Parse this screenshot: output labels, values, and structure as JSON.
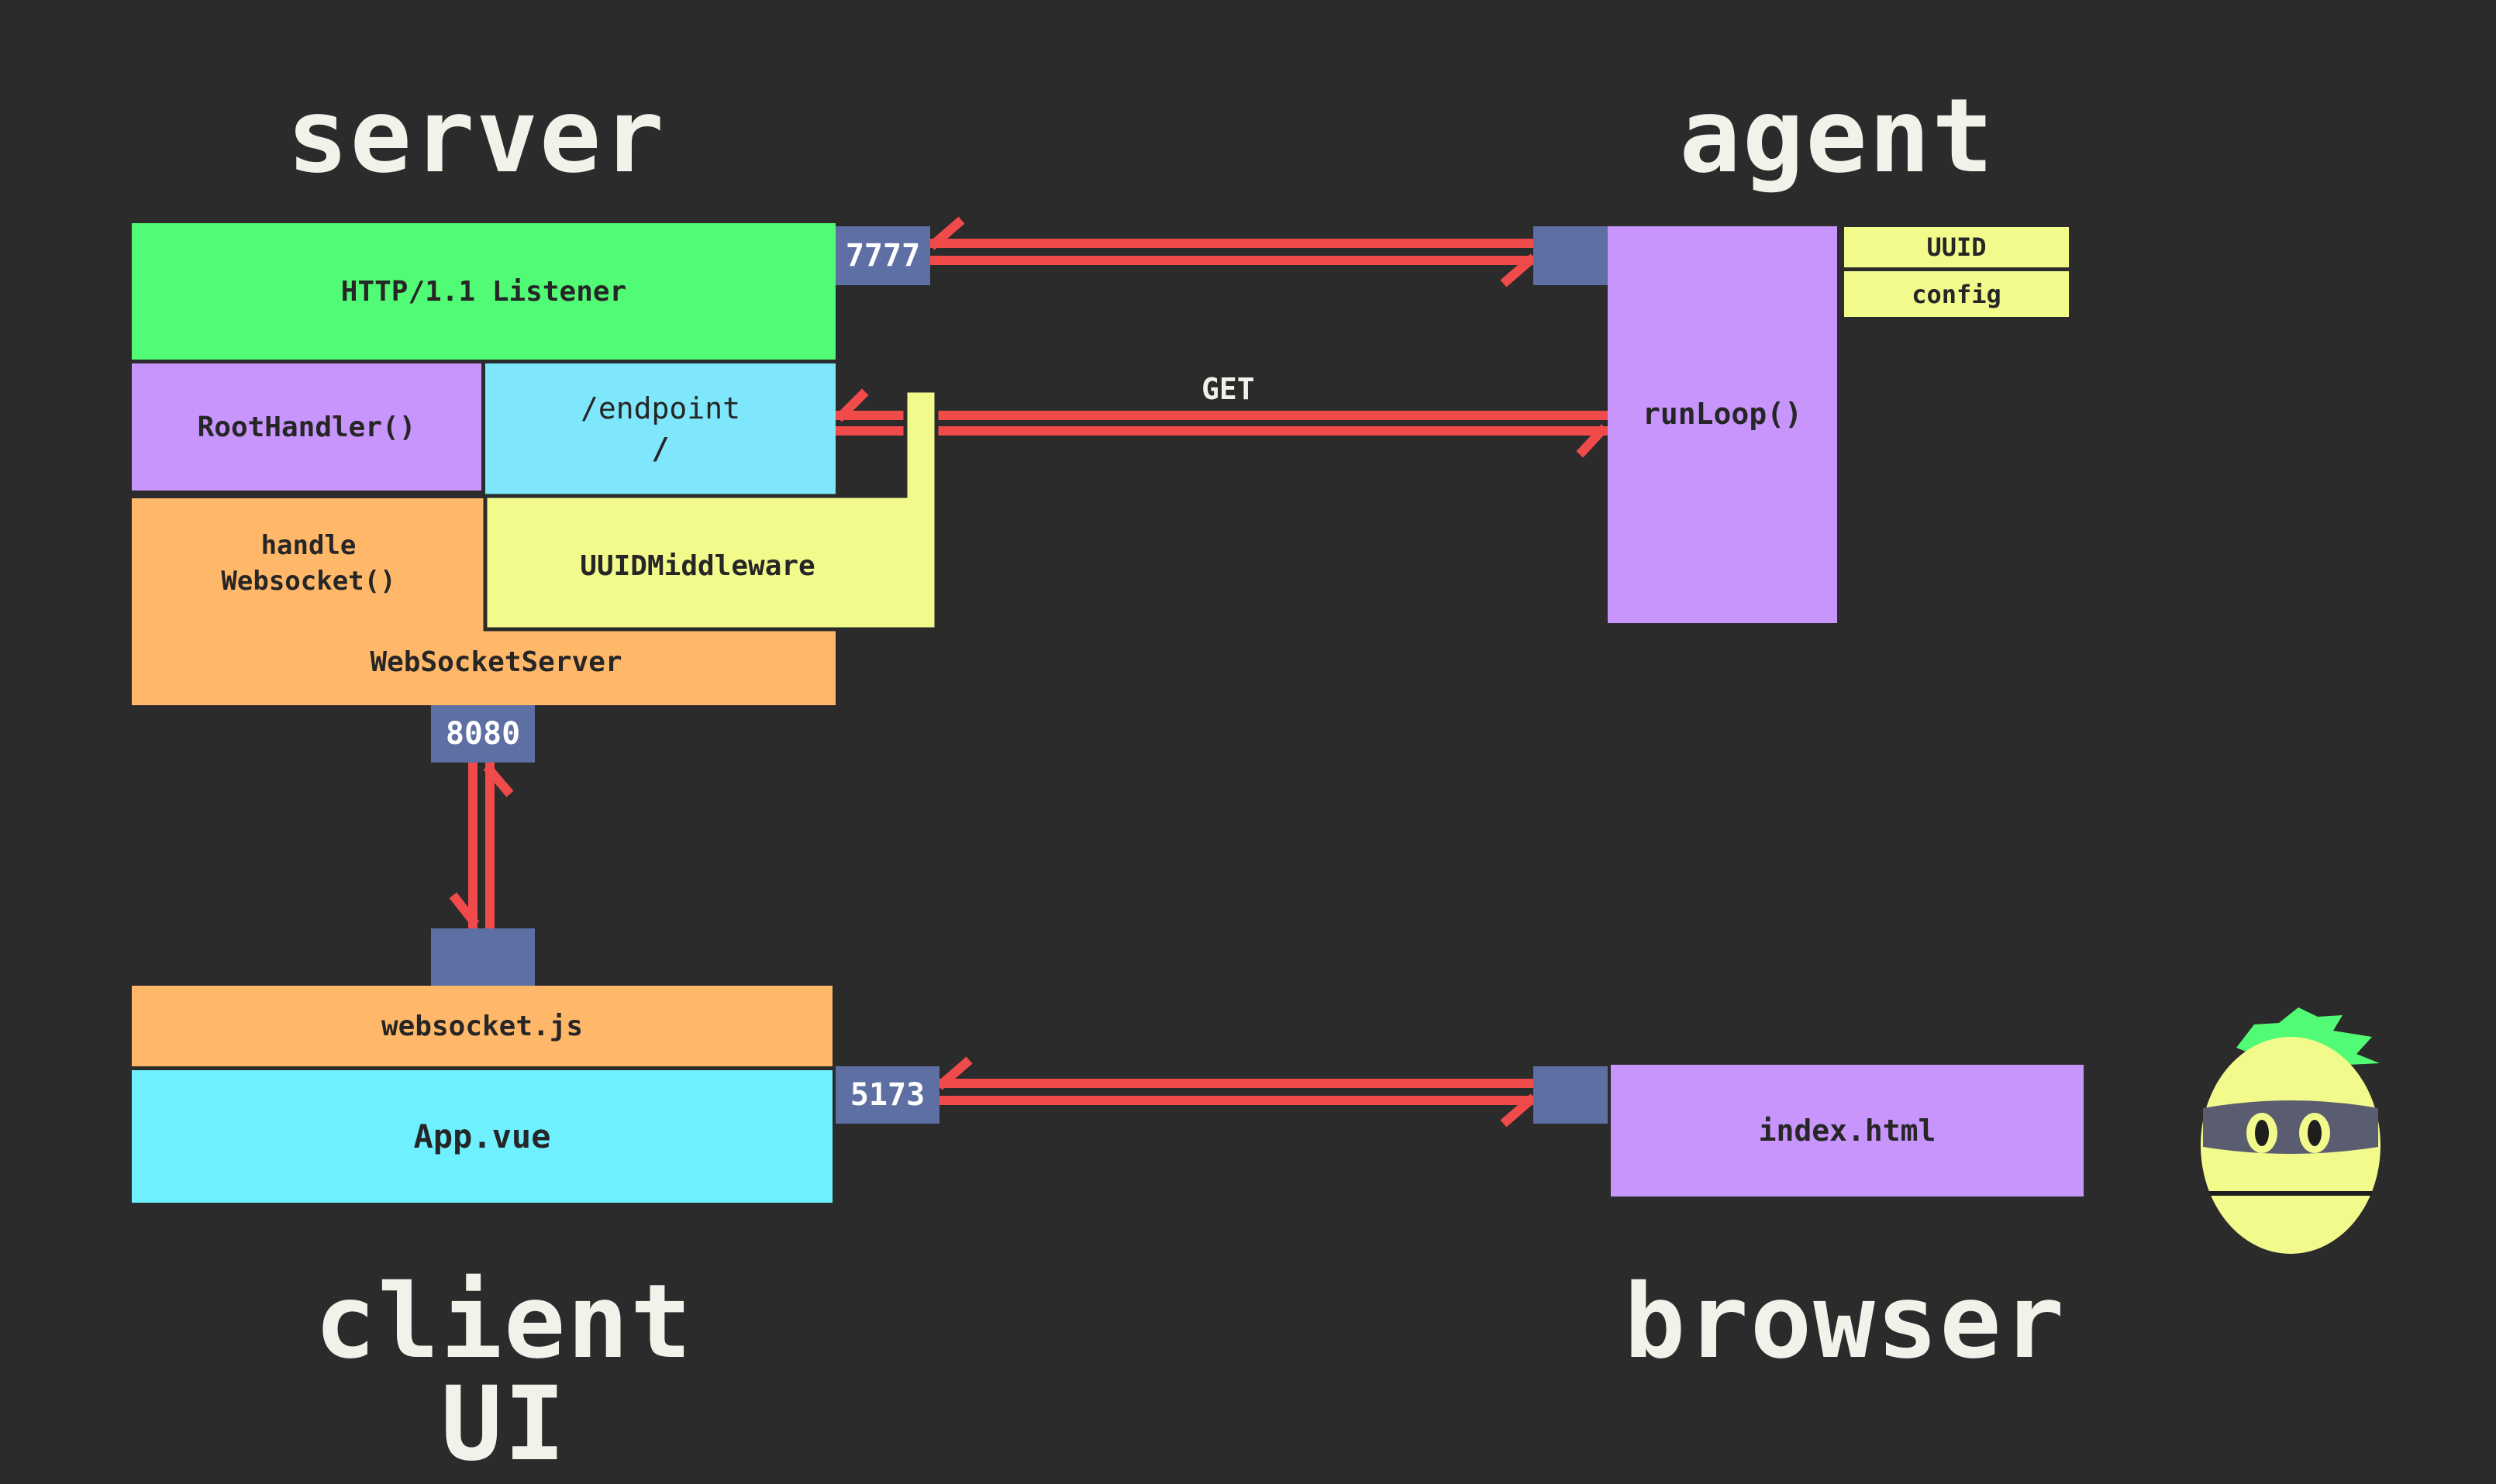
{
  "titles": {
    "server": "server",
    "agent": "agent",
    "client": "client UI",
    "browser": "browser"
  },
  "server": {
    "http_listener": "HTTP/1.1 Listener",
    "root_handler": "RootHandler()",
    "endpoint_line1": "/endpoint",
    "endpoint_line2": "/",
    "handle_ws_line1": "handle",
    "handle_ws_line2": "Websocket()",
    "uuid_middleware": "UUIDMiddleware",
    "ws_server": "WebSocketServer",
    "port_http": "7777",
    "port_ws": "8080"
  },
  "agent": {
    "run_loop": "runLoop()",
    "uuid": "UUID",
    "config": "config",
    "get_label": "GET"
  },
  "client": {
    "websocket_js": "websocket.js",
    "app_vue": "App.vue",
    "port": "5173"
  },
  "browser": {
    "index_html": "index.html"
  },
  "colors": {
    "background": "#2b2b2b",
    "green": "#52fb75",
    "purple": "#c895fd",
    "cyan": "#7ee7fb",
    "yellow": "#f2fa8c",
    "orange": "#ffb86a",
    "port": "#5d6fa3",
    "wire": "#f04a4a"
  },
  "icons": [
    "mascot-icon"
  ]
}
